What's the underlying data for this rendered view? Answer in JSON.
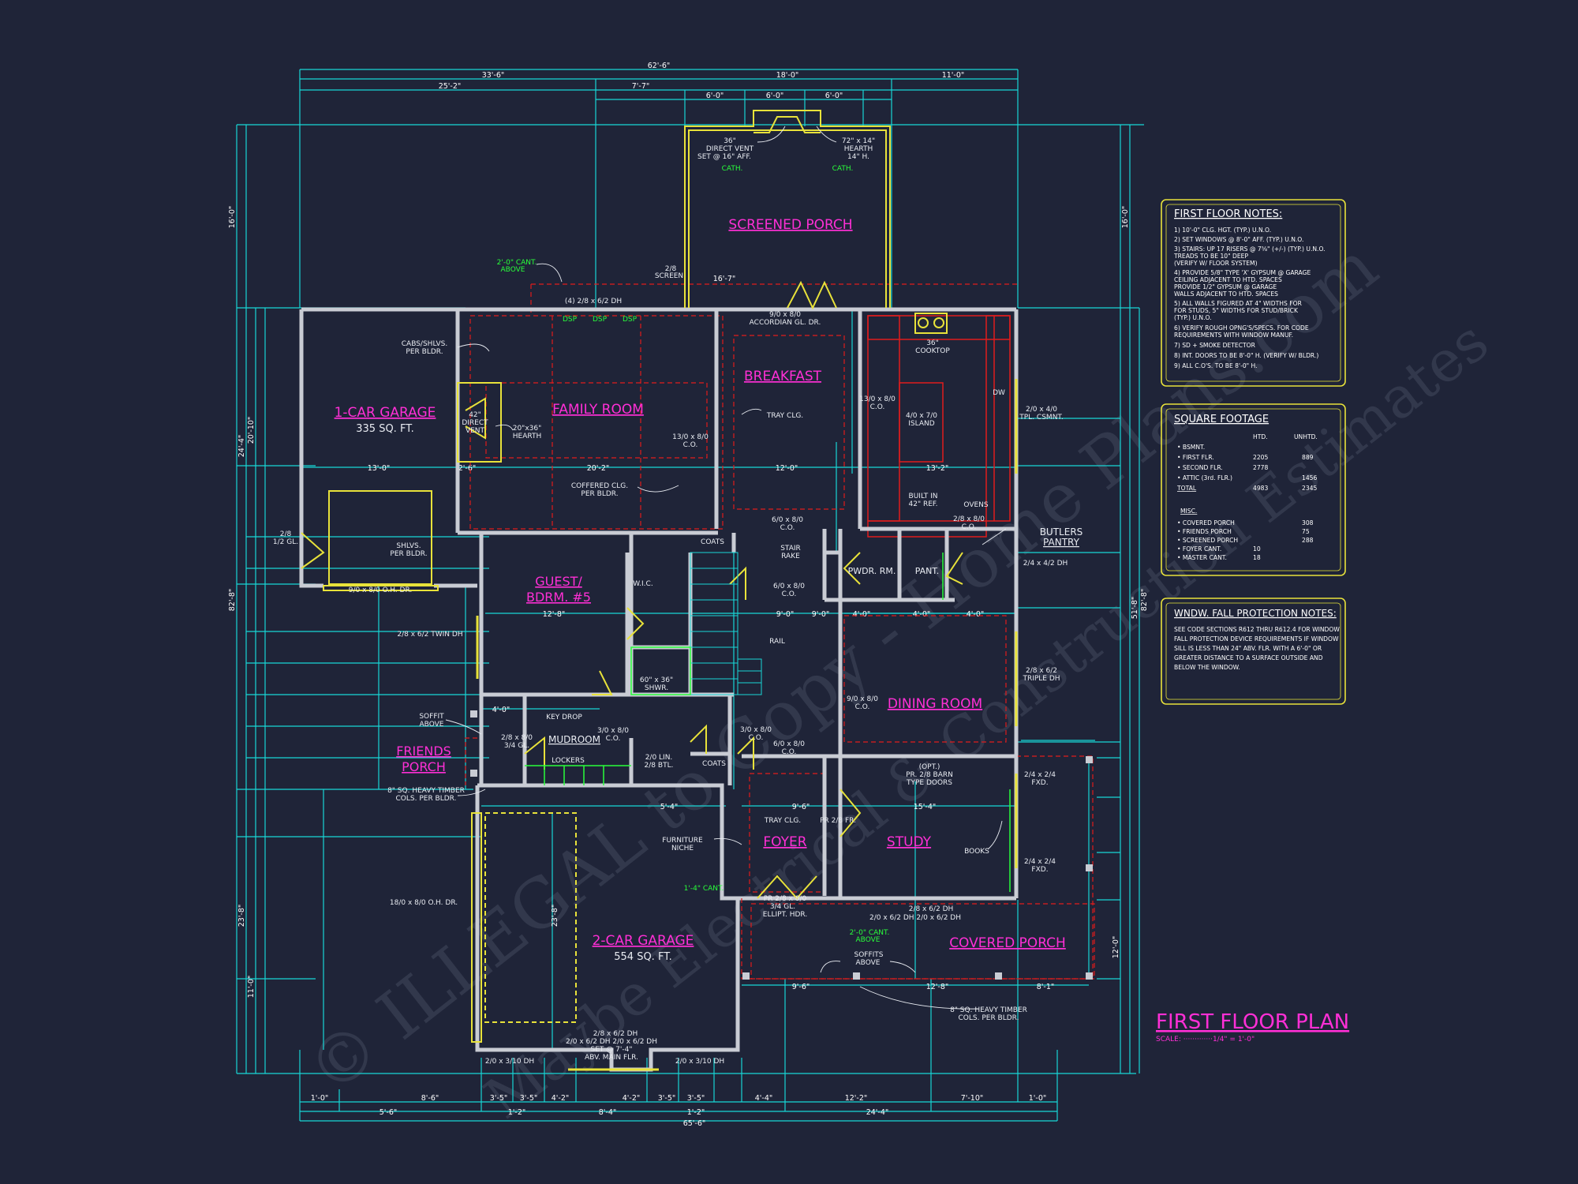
{
  "title": "FIRST FLOOR PLAN",
  "scale": "SCALE: ·············1/4\" = 1'-0\"",
  "watermark": {
    "line1": "© ILLEGAL to Copy - Home Plans.com",
    "line2": "Maybe Electrical & Construction Estimates"
  },
  "colors": {
    "bg": "#1f2438",
    "wall": "#c9ccd4",
    "dim": "#18d6d6",
    "room": "#ff2fd6",
    "note": "#e9ecf2",
    "panel": "#e8e23a",
    "red": "#e01c1c",
    "green": "#29ff3a"
  },
  "rooms": {
    "garage1": {
      "name": "1-CAR GARAGE",
      "area": "335 SQ. FT."
    },
    "family": "FAMILY ROOM",
    "breakfast": "BREAKFAST",
    "screened": "SCREENED PORCH",
    "guest": [
      "GUEST/",
      "BDRM. #5"
    ],
    "friends": [
      "FRIENDS",
      "PORCH"
    ],
    "mudroom": "MUDROOM",
    "pwdr": "PWDR. RM.",
    "pant": "PANT.",
    "dining": "DINING ROOM",
    "foyer": "FOYER",
    "study": "STUDY",
    "garage2": {
      "name": "2-CAR GARAGE",
      "area": "554 SQ. FT."
    },
    "covered": "COVERED PORCH",
    "butlers": [
      "BUTLERS",
      "PANTRY"
    ]
  },
  "labels": {
    "direct_vent": [
      "36\"",
      "DIRECT VENT",
      "SET @ 16\" AFF."
    ],
    "hearth_top": [
      "72\" x 14\"",
      "HEARTH",
      "14\" H."
    ],
    "cath1": "CATH.",
    "cath2": "CATH.",
    "cant_above": [
      "2'-0\" CANT.",
      "ABOVE"
    ],
    "screen": [
      "2/8",
      "SCREEN"
    ],
    "dh4": "(4) 2/8 x 6/2 DH",
    "accordian": [
      "9/0 x 8/0",
      "ACCORDIAN GL. DR."
    ],
    "cabs": [
      "CABS/SHLVS.",
      "PER BLDR."
    ],
    "vent42": [
      "42\"",
      "DIRECT",
      "VENT"
    ],
    "hearth20": [
      "20\"x36\"",
      "HEARTH"
    ],
    "co1310": [
      "13/0 x 8/0",
      "C.O."
    ],
    "tray_clg": "TRAY CLG.",
    "cooktop": [
      "36\"",
      "COOKTOP"
    ],
    "co1310b": [
      "13/0 x 8/0",
      "C.O."
    ],
    "island": [
      "4/0 x 7/0",
      "ISLAND"
    ],
    "dw": "DW",
    "csmnt": [
      "2/0 x 4/0",
      "TPL. CSMNT."
    ],
    "coffered": [
      "COFFERED CLG.",
      "PER BLDR."
    ],
    "builtin": [
      "BUILT IN",
      "42\" REF."
    ],
    "ovens": "OVENS",
    "co28": [
      "2/8 x 8/0",
      "C.O."
    ],
    "glazed": [
      "2/8",
      "1/2 GL."
    ],
    "shlvs": [
      "SHLVS.",
      "PER BLDR."
    ],
    "ohdr910": "9/0 x 8/0 O.H. DR.",
    "coats1": "COATS",
    "wic": "W.I.C.",
    "stair_rake": [
      "STAIR",
      "RAKE"
    ],
    "co610": [
      "6/0 x 8/0",
      "C.O."
    ],
    "co610b": [
      "6/0 x 8/0",
      "C.O."
    ],
    "twin_dh": "2/8 x 6/2 TWIN DH",
    "dh_small": "2/4 x 4/2 DH",
    "rail": "RAIL",
    "shwr": [
      "60\" x 36\"",
      "SHWR."
    ],
    "co910": [
      "9/0 x 8/0",
      "C.O."
    ],
    "triple_dh": [
      "2/8 x 6/2",
      "TRIPLE DH"
    ],
    "soffit": [
      "SOFFIT",
      "ABOVE"
    ],
    "key_drop": "KEY DROP",
    "co310": [
      "3/0 x 8/0",
      "C.O."
    ],
    "gl34": [
      "2/8 x 8/0",
      "3/4 GL."
    ],
    "lockers": "LOCKERS",
    "bench": [
      "2/0 LIN.",
      "2/8 BTL."
    ],
    "coats2": "COATS",
    "co310b": [
      "3/0 x 8/0",
      "C.O."
    ],
    "co610c": [
      "6/0 x 8/0",
      "C.O."
    ],
    "barn": [
      "(OPT.)",
      "PR. 2/8 BARN",
      "TYPE DOORS"
    ],
    "heavy_cols": [
      "8\" SQ. HEAVY TIMBER",
      "COLS. PER BLDR."
    ],
    "fxd1": [
      "2/4 x 2/4",
      "FXD."
    ],
    "fxd2": [
      "2/4 x 2/4",
      "FXD."
    ],
    "niche": [
      "FURNITURE",
      "NICHE"
    ],
    "pr28fr": "PR 2/8 FR.",
    "books": "BOOKS",
    "tray_foyer": "TRAY CLG.",
    "cant14": "1'-4\" CANT.",
    "ohdr1810": "18/0 x 8/0 O.H. DR.",
    "ellipt": [
      "PR 2/8 x 8/0",
      "3/4 GL.",
      "ELLIPT. HDR."
    ],
    "dh_pair1": [
      "2/8 x 6/2 DH",
      "2/0 x 6/2 DH    2/0 x 6/2 DH"
    ],
    "cant2": [
      "2'-0\" CANT.",
      "ABOVE"
    ],
    "soffits": [
      "SOFFITS",
      "ABOVE"
    ],
    "heavy_cols2": [
      "8\" SQ. HEAVY TIMBER",
      "COLS. PER BLDR."
    ],
    "dh_bottom": [
      "2/8 x 6/2 DH",
      "2/0 x 6/2 DH    2/0 x 6/2 DH",
      "SET @ 7'-4\"",
      "ABV. MAIN FLR."
    ],
    "dh3101": "2/0 x 3/10 DH",
    "dh3102": "2/0 x 3/10 DH",
    "dsp1": "DSP",
    "dsp2": "DSP",
    "dsp3": "DSP",
    "dims_top": [
      "62'-6\"",
      "33'-6\"",
      "18'-0\"",
      "11'-0\"",
      "25'-2\"",
      "7'-7\"",
      "6'-0\"",
      "6'-0\"",
      "6'-0\""
    ],
    "dims_bottom": [
      "65'-6\"",
      "1'-0\"",
      "8'-6\"",
      "3'-5\"",
      "3'-5\"",
      "4'-2\"",
      "4'-2\"",
      "3'-5\"",
      "3'-5\"",
      "4'-4\"",
      "12'-2\"",
      "7'-10\"",
      "1'-0\""
    ],
    "dims_bottom2": [
      "5'-6\"",
      "1'-2\"",
      "8'-4\"",
      "1'-2\"",
      "24'-4\""
    ],
    "dims_left": [
      "16'-0\"",
      "24'-4\"",
      "20'-10\"",
      "82'-8\"",
      "23'-8\"",
      "11'-0\""
    ],
    "dims_right": [
      "16'-0\"",
      "82'-8\"",
      "51'-8\"",
      "12'-0\""
    ],
    "dims_inner": [
      "13'-0\"",
      "20'-2\"",
      "12'-0\"",
      "13'-2\"",
      "2'-6\"",
      "12'-8\"",
      "9'-0\"",
      "4'-0\"",
      "4'-0\"",
      "4'-0\"",
      "15'-4\"",
      "16'-7\"",
      "9'-6\"",
      "9'-6\"",
      "9'-0\"",
      "4'-0\"",
      "12'-8\"",
      "8'-1\"",
      "23'-8\"",
      "5'-4\""
    ]
  },
  "notes": {
    "heading": "FIRST FLOOR NOTES:",
    "items": [
      "1) 10'-0\" CLG. HGT. (TYP.) U.N.O.",
      "2) SET WINDOWS @ 8'-0\" AFF. (TYP.) U.N.O.",
      "3) STAIRS: UP 17 RISERS @ 7⅝\" (+/-) (TYP.) U.N.O.",
      "    TREADS TO BE 10\" DEEP",
      "    (VERIFY W/ FLOOR SYSTEM)",
      "4) PROVIDE 5/8\" TYPE 'X' GYPSUM @ GARAGE",
      "    CEILING ADJACENT TO HTD. SPACES",
      "    PROVIDE 1/2\" GYPSUM @ GARAGE",
      "    WALLS ADJACENT TO HTD. SPACES",
      "5) ALL WALLS FIGURED AT 4\" WIDTHS FOR",
      "    FOR STUDS, 5\" WIDTHS FOR STUD/BRICK",
      "    (TYP.) U.N.O.",
      "6) VERIFY ROUGH OPNG'S/SPECS. FOR CODE",
      "    REQUIREMENTS WITH WINDOW MANUF.",
      "7) SD + SMOKE DETECTOR",
      "8) INT. DOORS TO BE 8'-0\" H. (VERIFY W/ BLDR.)",
      "9) ALL C.O'S. TO BE 8'-0\" H."
    ]
  },
  "sqft": {
    "heading": "SQUARE FOOTAGE",
    "col_htd": "HTD.",
    "col_unhtd": "UNHTD.",
    "rows": [
      {
        "label": "• BSMNT.",
        "htd": "",
        "unhtd": ""
      },
      {
        "label": "• FIRST FLR.",
        "htd": "2205",
        "unhtd": "889"
      },
      {
        "label": "• SECOND FLR.",
        "htd": "2778",
        "unhtd": ""
      },
      {
        "label": "• ATTIC (3rd. FLR.)",
        "htd": "",
        "unhtd": "1456"
      },
      {
        "label": "TOTAL",
        "htd": "4983",
        "unhtd": "2345"
      }
    ],
    "misc_heading": "MISC.",
    "misc": [
      {
        "label": "• COVERED PORCH",
        "htd": "",
        "unhtd": "308"
      },
      {
        "label": "• FRIENDS PORCH",
        "htd": "",
        "unhtd": "75"
      },
      {
        "label": "• SCREENED PORCH",
        "htd": "",
        "unhtd": "288"
      },
      {
        "label": "• FOYER CANT.",
        "htd": "10",
        "unhtd": ""
      },
      {
        "label": "• MASTER CANT.",
        "htd": "18",
        "unhtd": ""
      }
    ]
  },
  "fall": {
    "heading": "WNDW. FALL PROTECTION NOTES:",
    "lines": [
      "SEE CODE SECTIONS R612 THRU R612.4 FOR WINDOW",
      "FALL PROTECTION DEVICE REQUIREMENTS IF WINDOW",
      "SILL IS LESS THAN 24\" ABV. FLR. WITH A 6'-0\" OR",
      "GREATER DISTANCE TO A SURFACE OUTSIDE AND",
      "BELOW THE WINDOW."
    ]
  }
}
